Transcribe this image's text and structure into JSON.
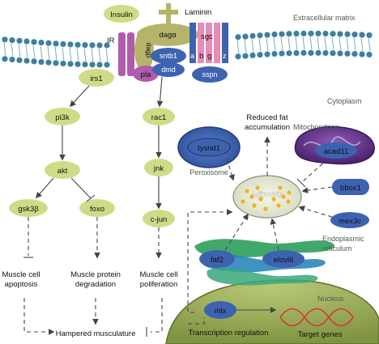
{
  "regions": {
    "extracellular": "Extracellular matrix",
    "cytoplasm": "Cytoplasm",
    "peroxisome": "Peroxisome",
    "mitochondrion": "Mitochondrion",
    "er": "Endoplasmic reticulum",
    "nucleus": "Nucleus"
  },
  "complex": {
    "insulin": "Insulin",
    "laminin": "Laminin",
    "ir": "IR",
    "dag_alpha": "dagα",
    "dag_beta": "dagβ",
    "sgc": "sgc",
    "sntb1": "sntb1",
    "dmd": "dmd",
    "pla": "pla",
    "sgc_subunits": [
      "a",
      "b",
      "g",
      "z"
    ],
    "sspn": "sspn",
    "irs1": "irs1"
  },
  "left_pathway": {
    "pi3k": "pi3k",
    "akt": "akt",
    "gsk3b": "gsk3β",
    "foxo": "foxo",
    "apoptosis": "Muscle cell apoptosis",
    "degradation": "Muscle protein degradation"
  },
  "mid_pathway": {
    "rac1": "rac1",
    "jnk": "jnk",
    "cjun": "c-jun",
    "proliferation": "Muscle cell poliferation"
  },
  "outcome": "Hampered musculature",
  "fat": {
    "reduced": "Reduced fat accumulation",
    "adipocyte": "Adipocyte",
    "tysnd1": "tysnd1",
    "acad11": "acad11",
    "bbox1": "bbox1",
    "mex3c": "mex3c",
    "faf2": "faf2",
    "elovl6": "elovl6",
    "mlx": "mlx",
    "transcription": "Transcription regulation",
    "target_genes": "Target genes"
  },
  "colors": {
    "node_green": "#cfdc87",
    "blue": "#3d63b0",
    "dag_olive": "#b5b46a",
    "ir_purple": "#b05bab",
    "sgc_pink": "#e78bb8",
    "mito_purple": "#6b3b8c",
    "membrane": "#3e7fa0",
    "er_green": "#2e9e5a",
    "nucleus_olive": "#8ea24e"
  }
}
